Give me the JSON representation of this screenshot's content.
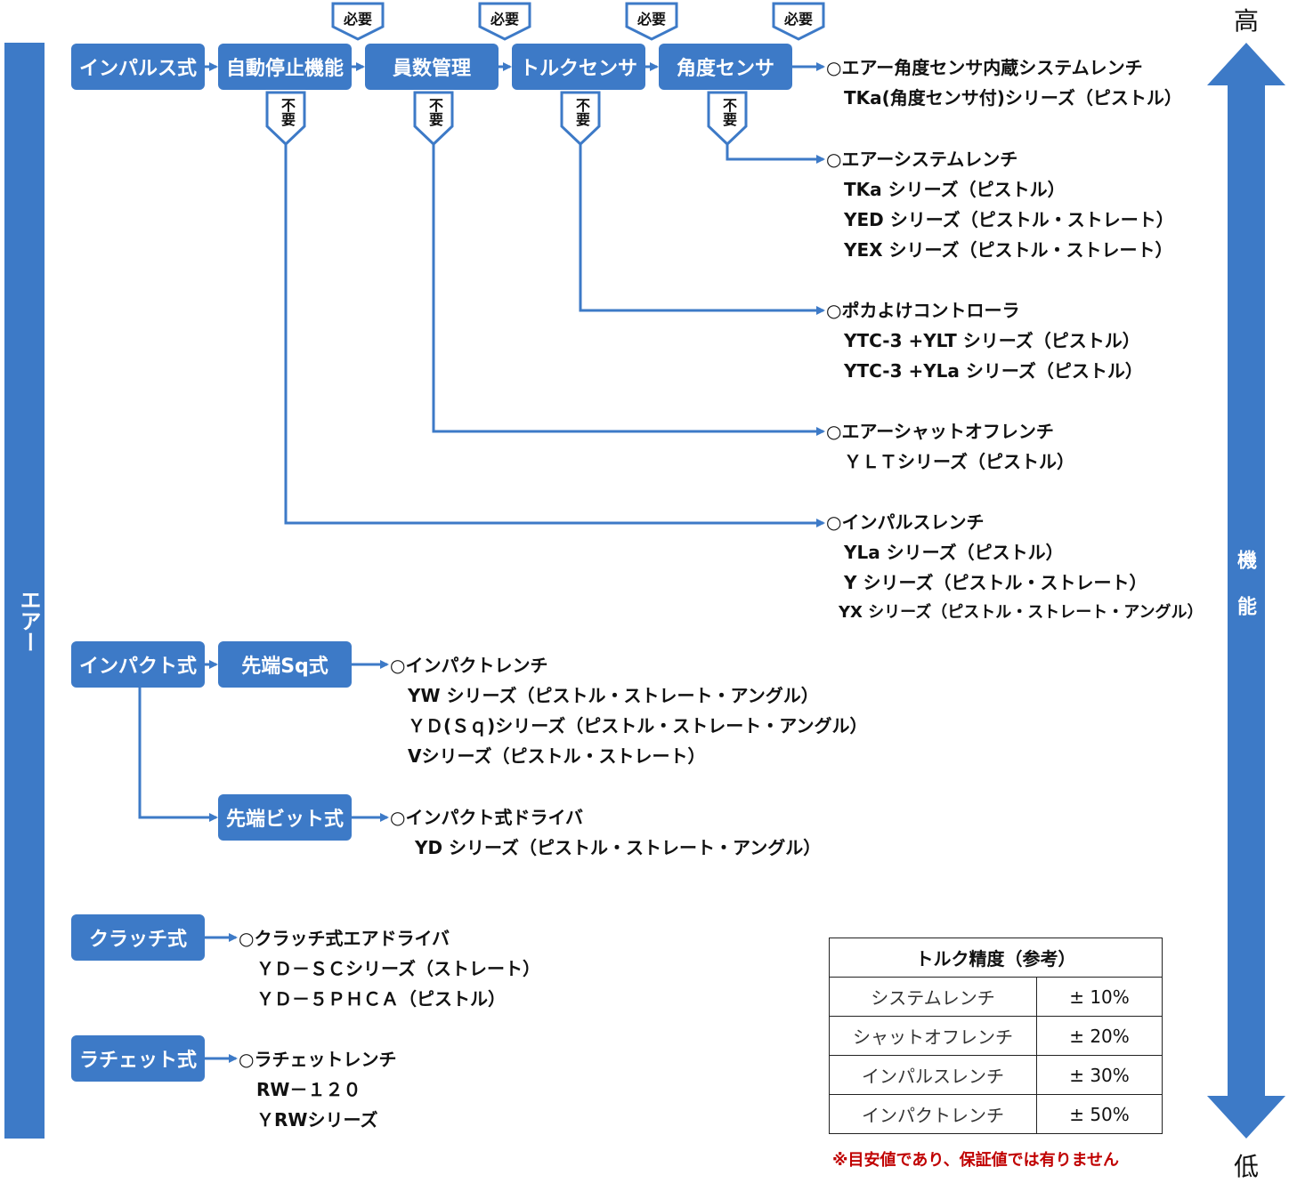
{
  "category": "エアー",
  "axis": {
    "high": "高",
    "low": "低",
    "label": "機能"
  },
  "flags": {
    "required": "必要",
    "not_required": "不要"
  },
  "chain": [
    "インパルス式",
    "自動停止機能",
    "員数管理",
    "トルクセンサ",
    "角度センサ"
  ],
  "impact": {
    "type": "インパクト式",
    "sq": "先端Sq式",
    "bit": "先端ビット式"
  },
  "clutch": "クラッチ式",
  "ratchet": "ラチェット式",
  "products": {
    "angle": {
      "title": "○エアー角度センサ内蔵システムレンチ",
      "items": [
        "TKa(角度センサ付)シリーズ（ピストル）"
      ]
    },
    "system": {
      "title": "○エアーシステムレンチ",
      "items": [
        "TKa シリーズ（ピストル）",
        "YED シリーズ（ピストル・ストレート）",
        "YEX シリーズ（ピストル・ストレート）"
      ]
    },
    "pokayoke": {
      "title": "○ポカよけコントローラ",
      "items": [
        "YTC-3 +YLT シリーズ（ピストル）",
        "YTC-3 +YLa シリーズ（ピストル）"
      ]
    },
    "shutoff": {
      "title": "○エアーシャットオフレンチ",
      "items": [
        "ＹＬＴシリーズ（ピストル）"
      ]
    },
    "impulse": {
      "title": "○インパルスレンチ",
      "items": [
        "YLa シリーズ（ピストル）",
        "Y シリーズ（ピストル・ストレート）",
        "YX シリーズ（ピストル・ストレート・アングル）"
      ]
    },
    "impact_wrench": {
      "title": "○インパクトレンチ",
      "items": [
        "YW シリーズ（ピストル・ストレート・アングル）",
        "ＹＤ(Ｓｑ)シリーズ（ピストル・ストレート・アングル）",
        "Vシリーズ（ピストル・ストレート）"
      ]
    },
    "impact_driver": {
      "title": "○インパクト式ドライバ",
      "items": [
        "YD シリーズ（ピストル・ストレート・アングル）"
      ]
    },
    "clutch_driver": {
      "title": "○クラッチ式エアドライバ",
      "items": [
        "ＹＤ－ＳＣシリーズ（ストレート）",
        "ＹＤ－５ＰＨＣＡ（ピストル）"
      ]
    },
    "ratchet_wrench": {
      "title": "○ラチェットレンチ",
      "items": [
        "RW－１２０",
        "ＹRWシリーズ"
      ]
    }
  },
  "accuracy": {
    "title": "トルク精度（参考）",
    "rows": [
      {
        "name": "システムレンチ",
        "value": "± 10%"
      },
      {
        "name": "シャットオフレンチ",
        "value": "± 20%"
      },
      {
        "name": "インパルスレンチ",
        "value": "± 30%"
      },
      {
        "name": "インパクトレンチ",
        "value": "± 50%"
      }
    ],
    "note": "※目安値であり、保証値では有りません"
  },
  "colors": {
    "accent": "#3d7ac7",
    "note": "#c00000"
  }
}
